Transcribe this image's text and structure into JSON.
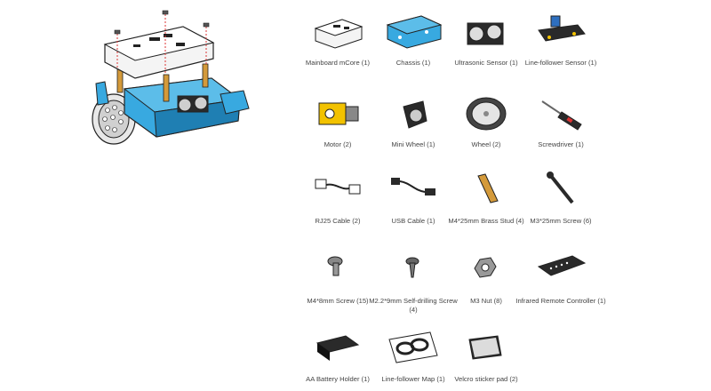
{
  "colors": {
    "chassis_blue": "#38a9e0",
    "chassis_dark": "#1f7fb3",
    "board_white": "#f4f4f4",
    "outline": "#222222",
    "motor_yellow": "#f2c200",
    "brass": "#d49a3a",
    "cable_red": "#d33"
  },
  "robot": {
    "icon": "mbot-assembled-icon"
  },
  "parts": [
    {
      "id": "mainboard",
      "label": "Mainboard mCore  (1)",
      "icon": "mainboard-icon"
    },
    {
      "id": "chassis",
      "label": "Chassis  (1)",
      "icon": "chassis-icon"
    },
    {
      "id": "ultrasonic",
      "label": "Ultrasonic Sensor  (1)",
      "icon": "ultrasonic-sensor-icon"
    },
    {
      "id": "linefollower",
      "label": "Line-follower Sensor  (1)",
      "icon": "line-follower-sensor-icon"
    },
    {
      "id": "motor",
      "label": "Motor (2)",
      "icon": "motor-icon"
    },
    {
      "id": "miniwheel",
      "label": "Mini Wheel (1)",
      "icon": "mini-wheel-icon"
    },
    {
      "id": "wheel",
      "label": "Wheel (2)",
      "icon": "wheel-icon"
    },
    {
      "id": "screwdriver",
      "label": "Screwdriver (1)",
      "icon": "screwdriver-icon"
    },
    {
      "id": "rj25",
      "label": "RJ25 Cable (2)",
      "icon": "rj25-cable-icon"
    },
    {
      "id": "usb",
      "label": "USB Cable (1)",
      "icon": "usb-cable-icon"
    },
    {
      "id": "brassstud",
      "label": "M4*25mm Brass Stud  (4)",
      "icon": "brass-stud-icon"
    },
    {
      "id": "m3screw25",
      "label": "M3*25mm Screw  (6)",
      "icon": "long-screw-icon"
    },
    {
      "id": "m4screw8",
      "label": "M4*8mm Screw  (15)",
      "icon": "short-screw-icon"
    },
    {
      "id": "selfdrill",
      "label": "M2.2*9mm Self-drilling Screw (4)",
      "icon": "self-drilling-screw-icon"
    },
    {
      "id": "m3nut",
      "label": "M3 Nut (8)",
      "icon": "nut-icon"
    },
    {
      "id": "remote",
      "label": "Infrared Remote Controller (1)",
      "icon": "remote-controller-icon"
    },
    {
      "id": "battery",
      "label": "AA Battery Holder  (1)",
      "icon": "battery-holder-icon"
    },
    {
      "id": "map",
      "label": "Line-follower Map (1)",
      "icon": "line-follower-map-icon"
    },
    {
      "id": "velcro",
      "label": "Velcro sticker pad (2)",
      "icon": "velcro-pad-icon"
    }
  ]
}
